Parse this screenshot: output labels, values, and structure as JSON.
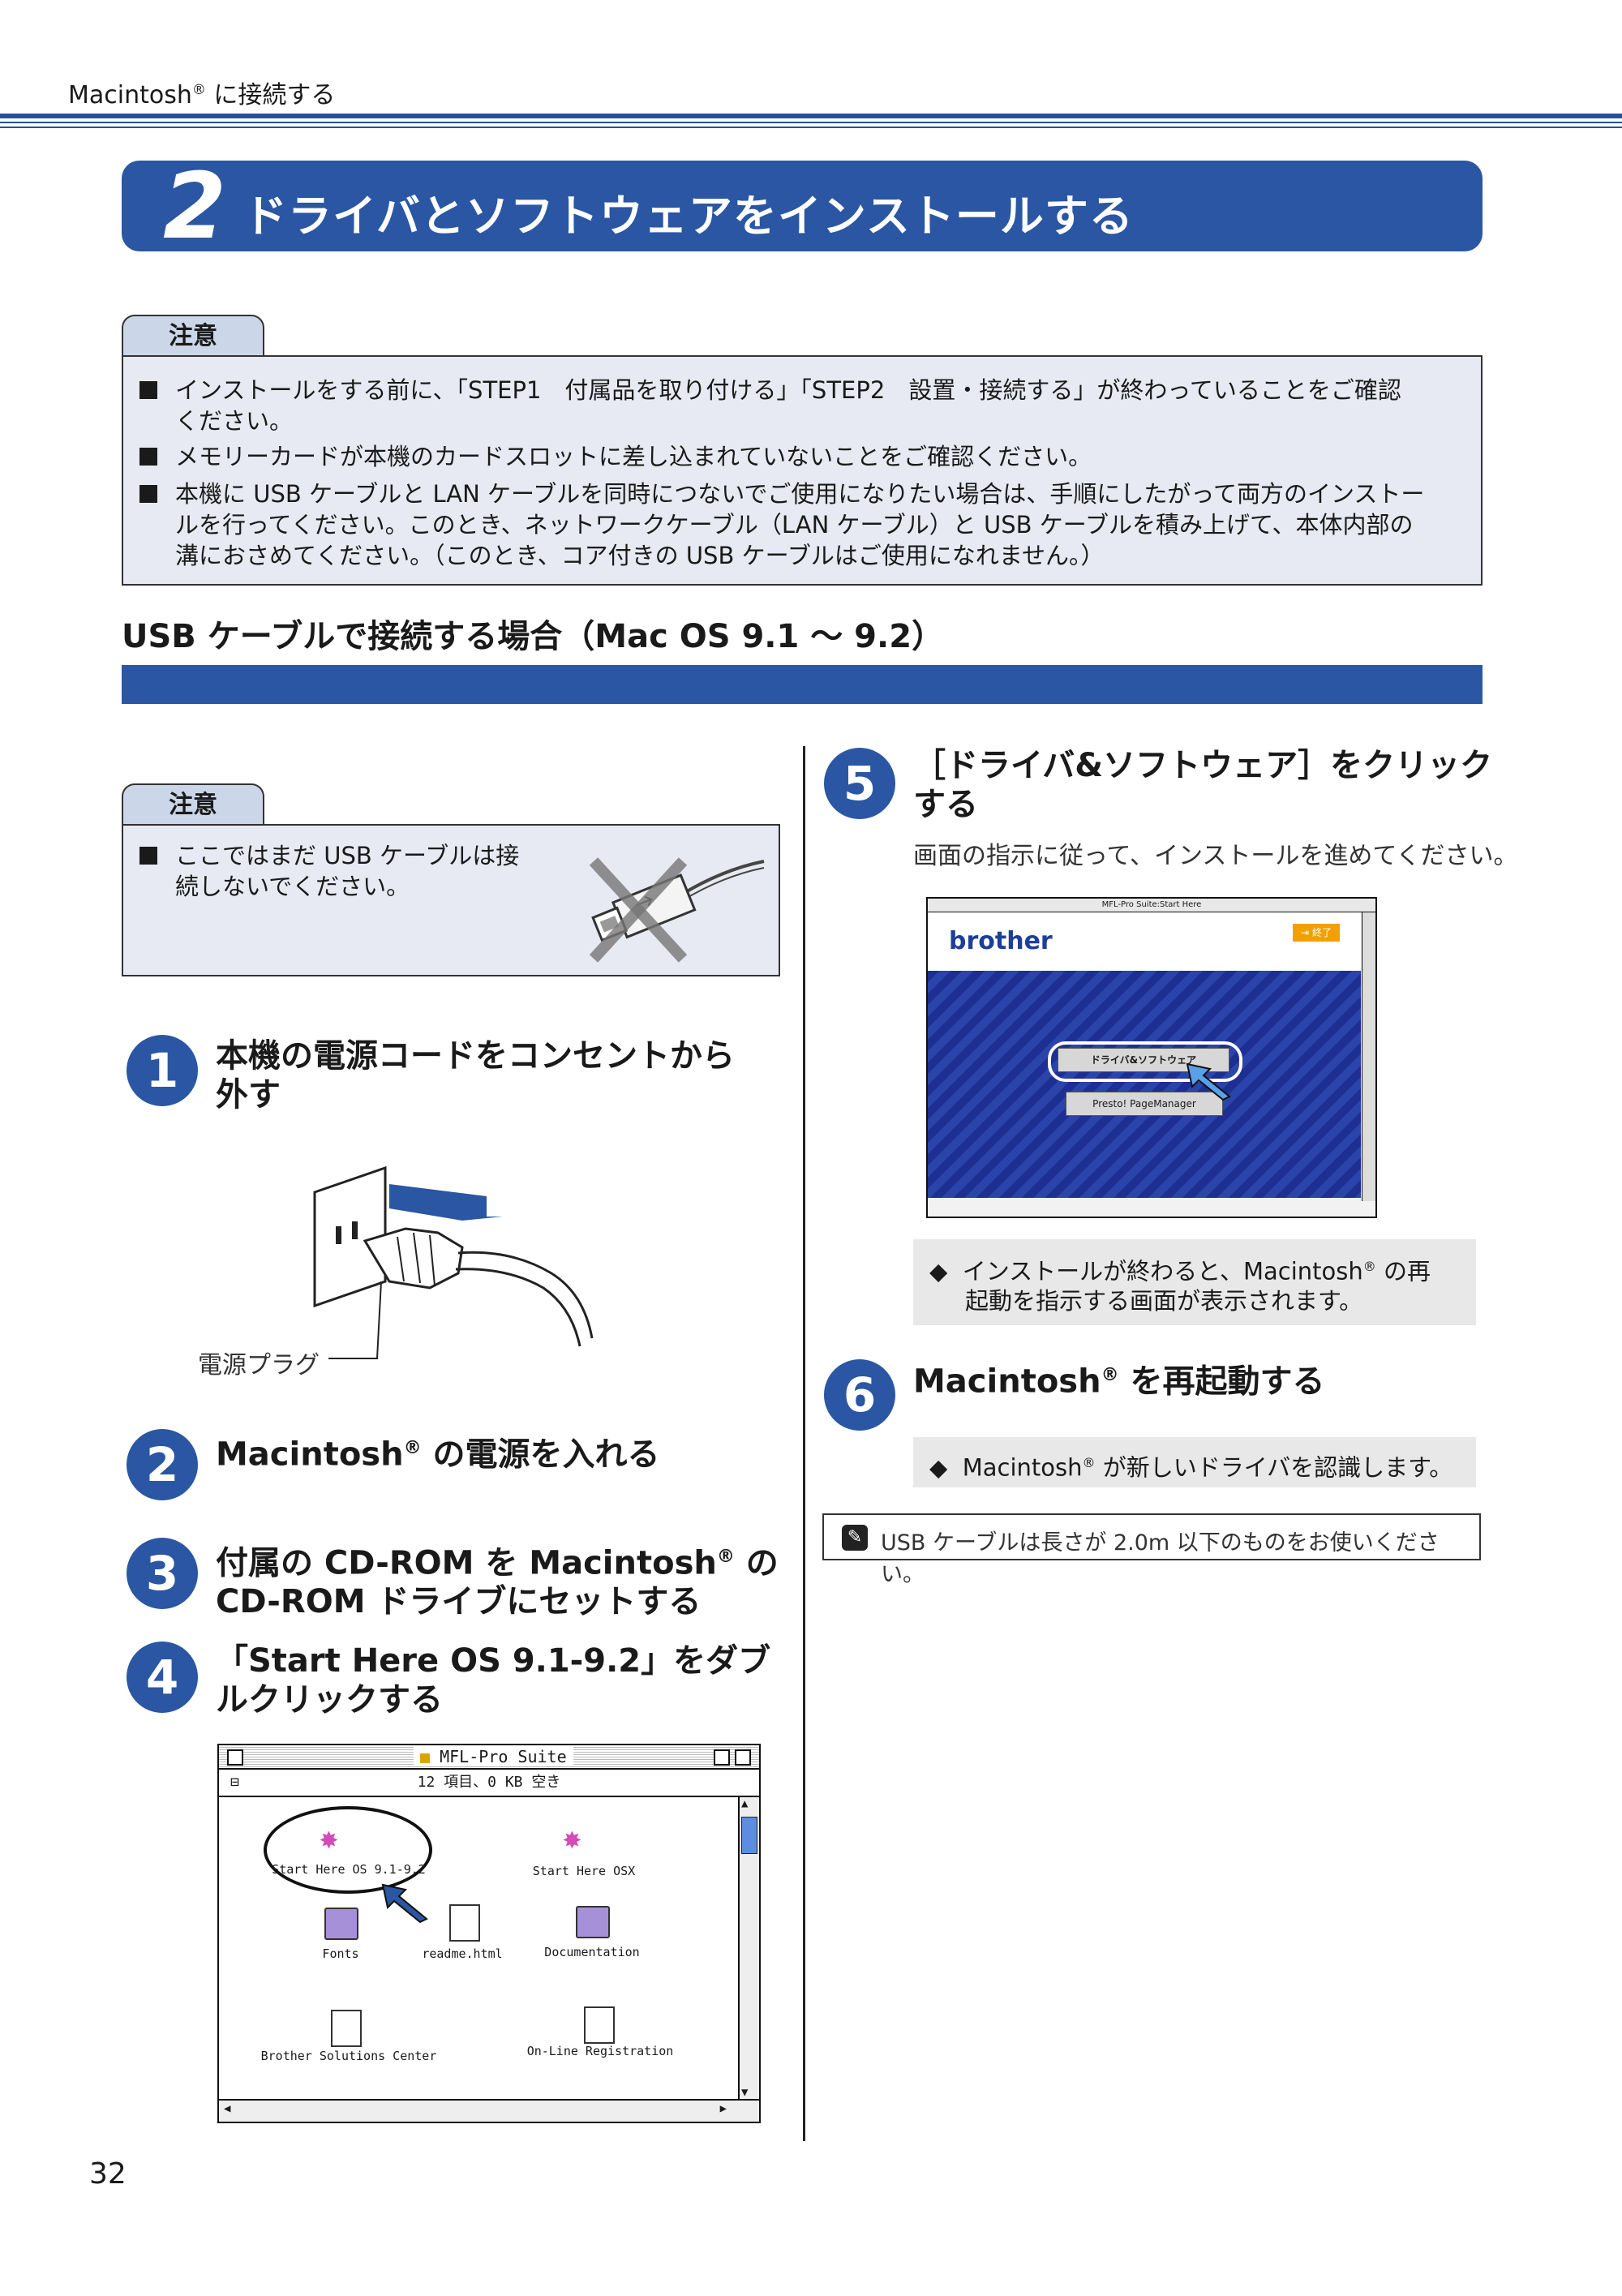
{
  "header": {
    "text": "Macintosh",
    "reg": "®",
    "suffix": " に接続する"
  },
  "title": {
    "number": "2",
    "text": "ドライバとソフトウェアをインストールする"
  },
  "caution1": {
    "tab": "注意",
    "items": [
      {
        "line1": "インストールをする前に、「STEP1　付属品を取り付ける」「STEP2　設置・接続する」が終わっていることをご確認",
        "line2": "ください。"
      },
      {
        "line1": "メモリーカードが本機のカードスロットに差し込まれていないことをご確認ください。",
        "line2": ""
      },
      {
        "line1": "本機に USB ケーブルと LAN ケーブルを同時につないでご使用になりたい場合は、手順にしたがって両方のインストー",
        "line2": "ルを行ってください。このとき、ネットワークケーブル（LAN ケーブル）と USB ケーブルを積み上げて、本体内部の",
        "line3": "溝におさめてください。（このとき、コア付きの USB ケーブルはご使用になれません。）"
      }
    ]
  },
  "section": {
    "heading": "USB ケーブルで接続する場合（Mac OS 9.1 ～ 9.2）"
  },
  "caution2": {
    "tab": "注意",
    "line1": "ここではまだ USB ケーブルは接",
    "line2": "続しないでください。"
  },
  "steps": {
    "s1": {
      "num": "1",
      "line1": "本機の電源コードをコンセントから",
      "line2": "外す",
      "plug_label": "電源プラグ"
    },
    "s2": {
      "num": "2",
      "pre": "Macintosh",
      "reg": "®",
      "post": " の電源を入れる"
    },
    "s3": {
      "num": "3",
      "pre": "付属の CD-ROM を Macintosh",
      "reg": "®",
      "post": " の",
      "line2": "CD-ROM ドライブにセットする"
    },
    "s4": {
      "num": "4",
      "line1": "「Start Here OS 9.1-9.2」をダブ",
      "line2": "ルクリックする"
    },
    "s5": {
      "num": "5",
      "line1": "［ドライバ&ソフトウェア］をクリック",
      "line2": "する",
      "desc": "画面の指示に従って、インストールを進めてください。"
    },
    "s6": {
      "num": "6",
      "pre": "Macintosh",
      "reg": "®",
      "post": " を再起動する"
    }
  },
  "info5": {
    "pre": "インストールが終わると、Macintosh",
    "reg": "®",
    "post": " の再",
    "line2": "起動を指示する画面が表示されます。"
  },
  "info6": {
    "pre": "Macintosh",
    "reg": "®",
    "post": " が新しいドライバを認識します。"
  },
  "memo": {
    "text": "USB ケーブルは長さが 2.0m 以下のものをお使いください。"
  },
  "mac_window": {
    "title": "MFL-Pro Suite",
    "status": "12 項目、0 KB 空き",
    "icons": [
      "Start Here OS 9.1-9.2",
      "Start Here OSX",
      "Fonts",
      "readme.html",
      "Documentation",
      "Brother Solutions Center",
      "On-Line Registration"
    ]
  },
  "brother_window": {
    "title": "MFL-Pro Suite:Start Here",
    "logo": "brother",
    "exit": "終了",
    "button1": "ドライバ&ソフトウェア",
    "button2": "Presto! PageManager"
  },
  "page_number": "32"
}
